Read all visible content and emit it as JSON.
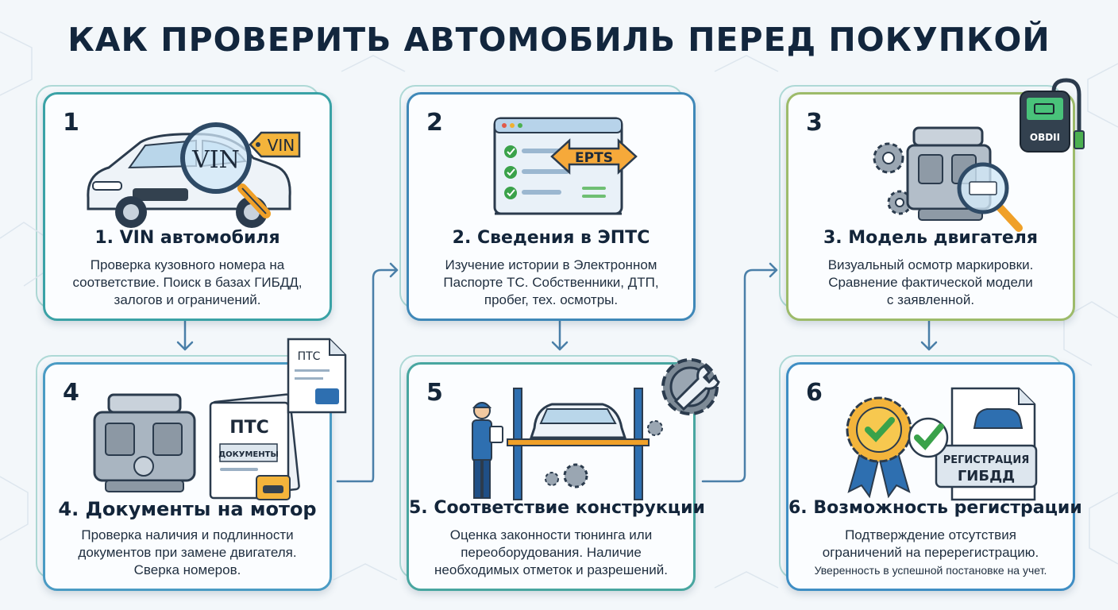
{
  "title": "КАК ПРОВЕРИТЬ АВТОМОБИЛЬ ПЕРЕД ПОКУПКОЙ",
  "colors": {
    "accent_teal": "#3aa2a6",
    "accent_blue": "#3f88b8",
    "accent_orange": "#f0a028",
    "dark": "#13253a"
  },
  "steps": [
    {
      "number": "1",
      "title": "1. VIN автомобиля",
      "desc": [
        "Проверка кузовного номера на",
        "соответствие. Поиск в базах ГИБДД,",
        "залогов и ограничений."
      ],
      "labels": {
        "magnifier": "VIN",
        "tag": "VIN"
      },
      "icons": [
        "car-icon",
        "magnifier-icon",
        "tag-icon"
      ]
    },
    {
      "number": "2",
      "title": "2. Сведения в ЭПТС",
      "desc": [
        "Изучение истории в Электронном",
        "Паспорте ТС. Собственники, ДТП,",
        "пробег, тех. осмотры."
      ],
      "labels": {
        "arrow": "EPTS"
      },
      "icons": [
        "monitor-icon",
        "checklist-icon",
        "double-arrow-icon"
      ]
    },
    {
      "number": "3",
      "title": "3. Модель двигателя",
      "desc": [
        "Визуальный осмотр маркировки.",
        "Сравнение фактической модели",
        "с заявленной."
      ],
      "labels": {
        "scanner": "OBDII"
      },
      "icons": [
        "engine-icon",
        "gear-icon",
        "obd-scanner-icon"
      ]
    },
    {
      "number": "4",
      "title": "4. Документы на мотор",
      "desc": [
        "Проверка наличия и подлинности",
        "документов при замене двигателя.",
        "Сверка номеров."
      ],
      "labels": {
        "doc_top": "ПТС",
        "doc_main": "ПТС",
        "doc_sub": "ДОКУМЕНТЫ"
      },
      "icons": [
        "engine-icon",
        "document-icon"
      ]
    },
    {
      "number": "5",
      "title": "5. Соответствие конструкции",
      "desc": [
        "Оценка законности тюнинга или",
        "переоборудования. Наличие",
        "необходимых отметок и разрешений."
      ],
      "labels": {},
      "icons": [
        "mechanic-icon",
        "car-lift-icon",
        "wrench-gear-icon"
      ]
    },
    {
      "number": "6",
      "title": "6. Возможность регистрации",
      "desc": [
        "Подтверждение отсутствия",
        "ограничений на перерегистрацию."
      ],
      "desc_small": "Уверенность в успешной постановке на учет.",
      "labels": {
        "sign_line1": "РЕГИСТРАЦИЯ",
        "sign_line2": "ГИБДД"
      },
      "icons": [
        "award-badge-icon",
        "check-icon",
        "registration-document-icon"
      ]
    }
  ]
}
